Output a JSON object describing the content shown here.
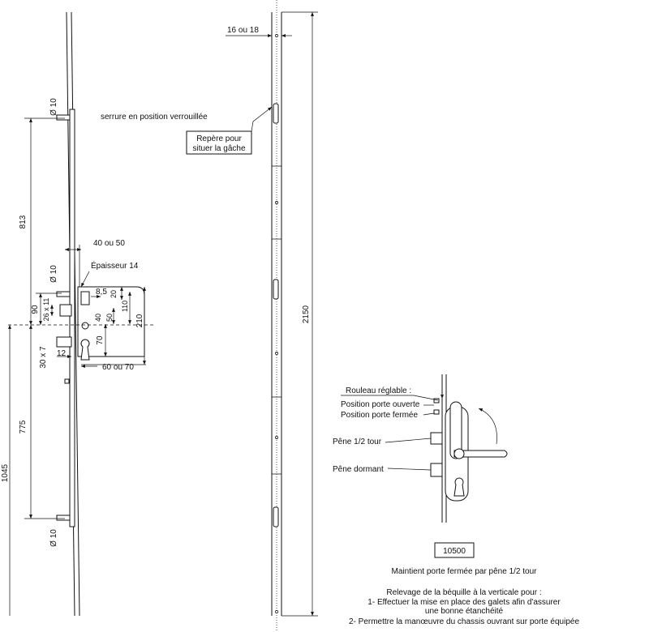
{
  "left_drawing": {
    "dimensions": {
      "dia_top": "Ø 10",
      "dia_mid": "Ø 10",
      "dia_bottom": "Ø 10",
      "d813": "813",
      "d90": "90",
      "d26x11": "26 x 11",
      "d30x7": "30 x 7",
      "d12": "12",
      "d775": "775",
      "d1045": "1045",
      "d40ou50": "40 ou 50",
      "epaisseur": "Épaisseur 14",
      "d8_5": "8,5",
      "d20": "20",
      "d110": "110",
      "d40": "40",
      "d50": "50",
      "d210": "210",
      "d70": "70",
      "d60ou70": "60 ou 70"
    }
  },
  "middle_drawing": {
    "serrure_label": "serrure en position verrouillée",
    "repere_line1": "Repère pour",
    "repere_line2": "situer la gâche",
    "d16ou18": "16 ou 18",
    "d2150": "2150"
  },
  "right_drawing": {
    "rouleau": "Rouleau réglable :",
    "pos_ouverte": "Position porte ouverte",
    "pos_fermee": "Position porte fermée",
    "pene_demi": "Pêne 1/2 tour",
    "pene_dormant": "Pêne dormant",
    "reference": "10500",
    "caption": "Maintient porte fermée par pêne 1/2 tour",
    "note_title": "Relevage de la béquille à la verticale pour :",
    "note_1a": "1- Effectuer la mise en place des galets afin d'assurer",
    "note_1b": "une bonne étanchéité",
    "note_2": "2- Permettre la manœuvre du chassis ouvrant sur porte équipée"
  }
}
